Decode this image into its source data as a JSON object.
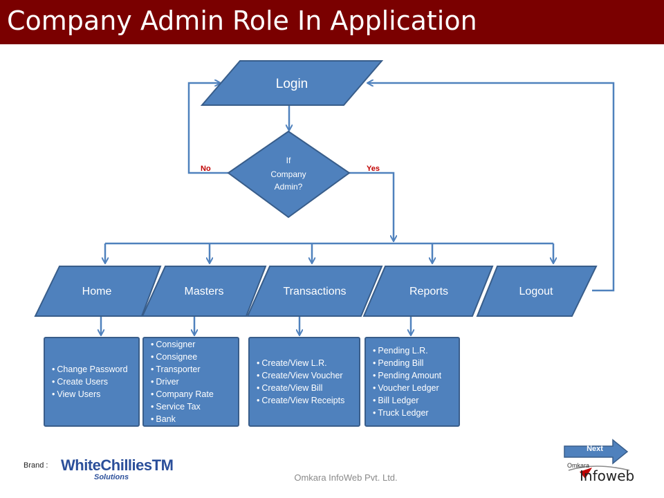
{
  "title": "Company Admin Role In Application",
  "flow": {
    "login": "Login",
    "decision": [
      "If",
      "Company",
      "Admin?"
    ],
    "no_label": "No",
    "yes_label": "Yes",
    "menu": [
      "Home",
      "Masters",
      "Transactions",
      "Reports",
      "Logout"
    ]
  },
  "details": {
    "home": [
      "Change Password",
      "Create Users",
      "View Users"
    ],
    "masters": [
      "Consigner",
      "Consignee",
      "Transporter",
      "Driver",
      "Company Rate",
      "Service Tax",
      "Bank"
    ],
    "transactions": [
      "Create/View L.R.",
      "Create/View Voucher",
      "Create/View Bill",
      "Create/View Receipts"
    ],
    "reports": [
      "Pending L.R.",
      "Pending Bill",
      "Pending Amount",
      "Voucher Ledger",
      "Bill Ledger",
      "Truck Ledger"
    ]
  },
  "next_label": "Next",
  "brand": {
    "label": "Brand :",
    "logo_main": "WhiteChillies",
    "logo_sub": "Solutions",
    "logo_tm": "TM"
  },
  "footer": "Omkara InfoWeb Pvt. Ltd.",
  "company_logo": {
    "small": "Omkara",
    "big": "Infoweb"
  },
  "colors": {
    "title_bar": "#7a0000",
    "shape_fill": "#4f81bd",
    "shape_border": "#385d8a",
    "connector": "#4f81bd",
    "branch_label": "#c00000"
  }
}
